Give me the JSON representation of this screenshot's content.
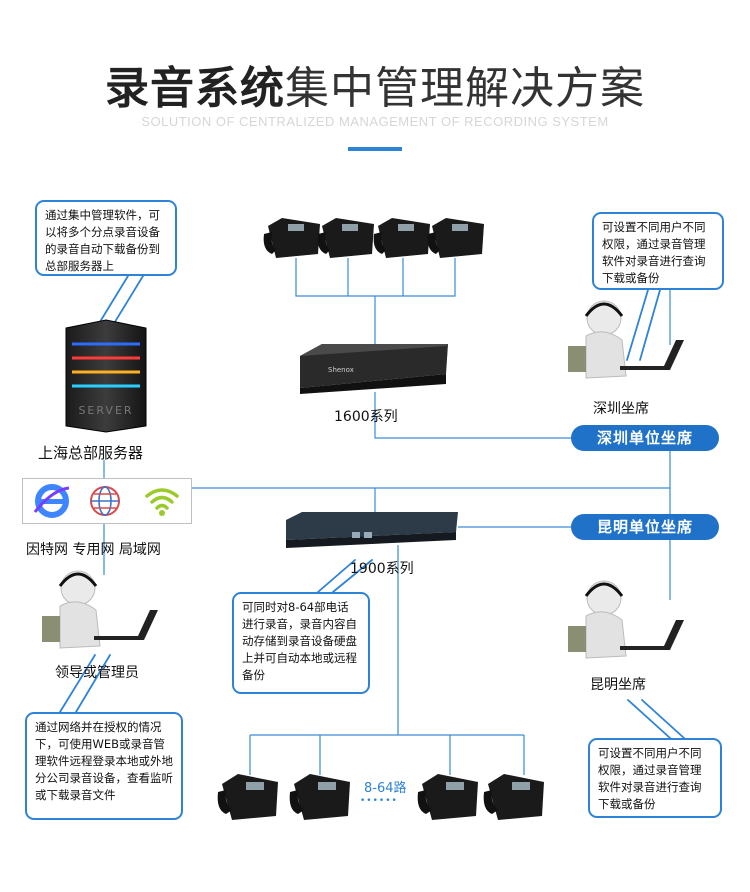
{
  "header": {
    "title_bold": "录音系统",
    "title_light": "集中管理解决方案",
    "subtitle": "SOLUTION OF CENTRALIZED MANAGEMENT OF RECORDING SYSTEM"
  },
  "callouts": {
    "server_note": "通过集中管理软件，可以将多个分点录音设备的录音自动下载备份到总部服务器上",
    "shenzhen_note": "可设置不同用户不同权限，通过录音管理软件对录音进行查询下载或备份",
    "device1900_note": "可同时对8-64部电话进行录音，录音内容自动存储到录音设备硬盘上并可自动本地或远程备份",
    "manager_note": "通过网络并在授权的情况下，可使用WEB或录音管理软件远程登录本地或外地分公司录音设备，查看监听或下载录音文件",
    "kunming_note": "可设置不同用户不同权限，通过录音管理软件对录音进行查询下载或备份"
  },
  "labels": {
    "server": "上海总部服务器",
    "server_sign": "SERVER",
    "device1600": "1600系列",
    "device1900": "1900系列",
    "shenzhen_seat": "深圳坐席",
    "kunming_seat": "昆明坐席",
    "manager": "领导或管理员",
    "networks": "因特网  专用网  局域网",
    "lines": "8-64路",
    "dots": "••••••",
    "brand": "Shenox"
  },
  "pills": {
    "shenzhen": "深圳单位坐席",
    "kunming": "昆明单位坐席"
  },
  "colors": {
    "accent": "#2f83d6",
    "pill": "#1f72c8",
    "line": "#3a8ad8"
  },
  "icons": [
    "ie-icon",
    "globe-icon",
    "wifi-icon"
  ]
}
